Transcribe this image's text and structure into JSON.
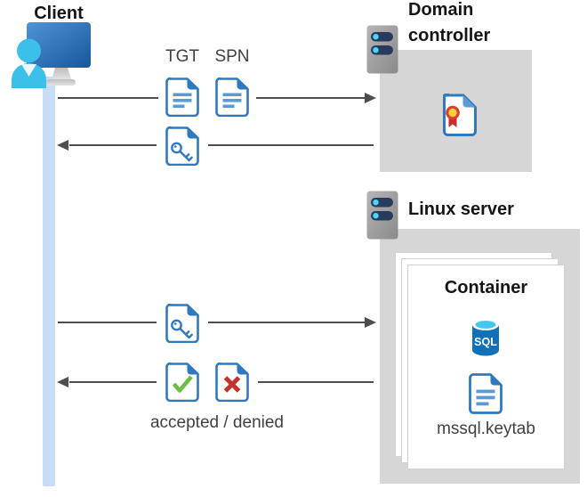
{
  "client": {
    "label": "Client"
  },
  "flow": {
    "tgt_label": "TGT",
    "spn_label": "SPN",
    "accepted_denied_label": "accepted / denied",
    "arrows": [
      {
        "from": "client",
        "to": "domain-controller",
        "direction": "right",
        "carries": "TGT + SPN request"
      },
      {
        "from": "domain-controller",
        "to": "client",
        "direction": "left",
        "carries": "service key ticket"
      },
      {
        "from": "client",
        "to": "linux-server",
        "direction": "right",
        "carries": "service key ticket"
      },
      {
        "from": "linux-server",
        "to": "client",
        "direction": "left",
        "carries": "accepted / denied"
      }
    ]
  },
  "domain_controller": {
    "label": "Domain\ncontroller"
  },
  "linux_server": {
    "label": "Linux server"
  },
  "container": {
    "label": "Container",
    "sql_icon_text": "SQL",
    "keytab_label": "mssql.keytab"
  },
  "icons": {
    "client": "person-at-monitor-icon",
    "domain_controller": "server-icon",
    "linux_server": "server-icon",
    "tgt": "document-icon",
    "spn": "document-icon",
    "key_ticket": "key-document-icon",
    "certificate": "certificate-document-icon",
    "database": "sql-database-icon",
    "keytab": "document-icon",
    "accepted": "check-document-icon",
    "denied": "cross-document-icon"
  },
  "colors": {
    "doc_blue": "#2E79C0",
    "doc_line_blue": "#5B9BD5",
    "person_cyan": "#3CC0E9",
    "monitor_blue_light": "#4F94D6",
    "monitor_blue_dark": "#16579E",
    "server_pill_navy": "#263B5E",
    "server_dot_cyan": "#4ED4F4",
    "box_gray": "#D6D6D6",
    "arrow_gray": "#4D4D4D",
    "timeline_blue": "#C7DDF6",
    "check_green": "#6CBE45",
    "cross_red": "#C2332D",
    "ribbon_red": "#E23B30",
    "ribbon_yellow": "#FFD23B",
    "sql_blue": "#1170B8",
    "sql_top_cyan": "#45C6EC",
    "text_dark": "#404040"
  }
}
